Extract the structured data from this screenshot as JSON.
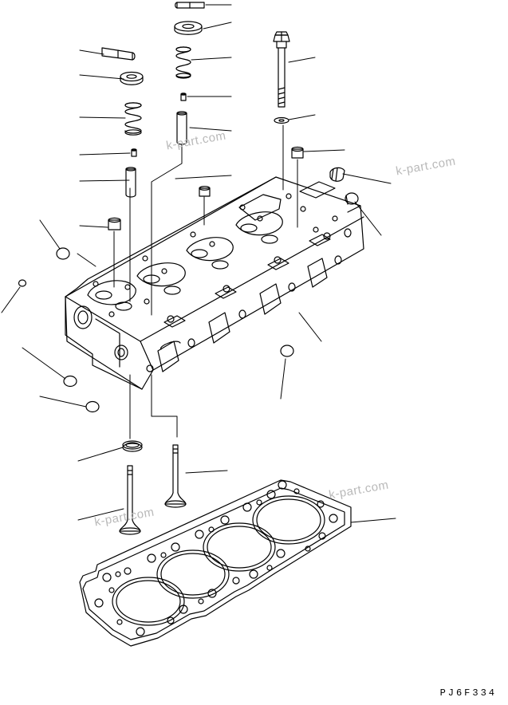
{
  "figure": {
    "code": "PJ6F334",
    "watermark": "k-part.com"
  },
  "colors": {
    "line": "#000000",
    "background": "#ffffff",
    "watermark": "#b9b9b9"
  },
  "parts": [
    "valve-cotter",
    "valve-spring-retainer",
    "valve-spring",
    "valve-stem-seal",
    "valve-guide",
    "cylinder-head-bolt",
    "bolt-washer",
    "dowel-pin",
    "expansion-plug",
    "cylinder-head",
    "intake-valve",
    "exhaust-valve",
    "valve-seat-insert",
    "cylinder-head-gasket"
  ]
}
